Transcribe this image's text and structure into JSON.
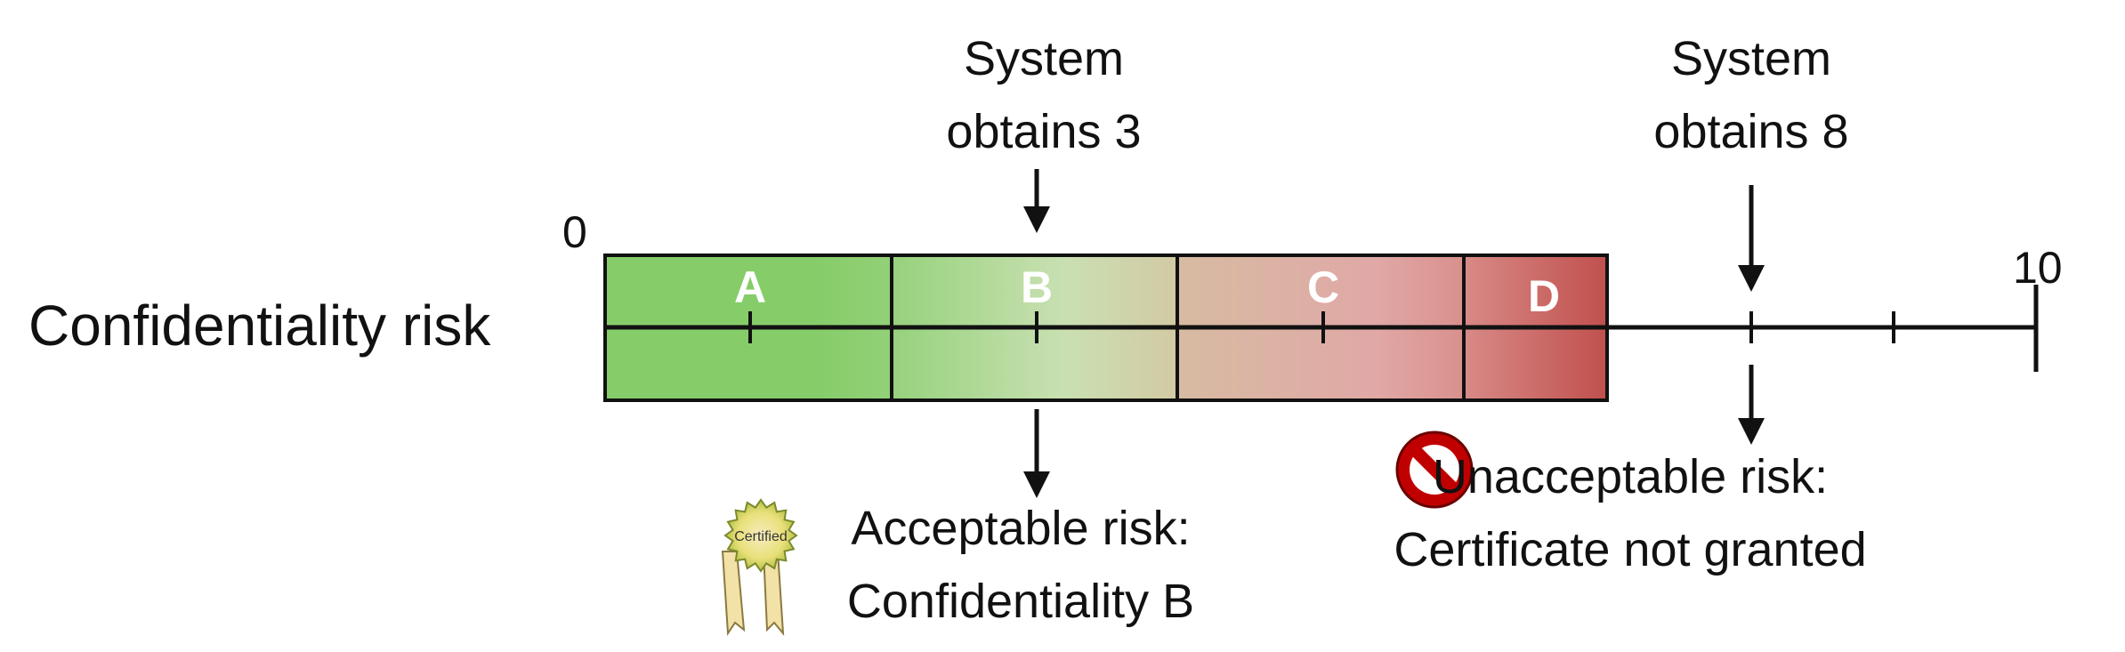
{
  "row_label": "Confidentiality risk",
  "scale": {
    "min": 0,
    "max": 10,
    "min_label": "0",
    "max_label": "10"
  },
  "grades": [
    {
      "label": "A",
      "from": 0,
      "to": 2
    },
    {
      "label": "B",
      "from": 2,
      "to": 4
    },
    {
      "label": "C",
      "from": 4,
      "to": 6
    },
    {
      "label": "D",
      "from": 6,
      "to": 7
    }
  ],
  "colors": {
    "green": "#86cd6a",
    "pale_green": "#c7e0b0",
    "tan": "#d3b9a0",
    "pink": "#e0a8a6",
    "red": "#c0504d",
    "stop_red": "#c00000",
    "seal_gold": "#e9d85f"
  },
  "examples": [
    {
      "score": 3,
      "top_line1": "System",
      "top_line2": "obtains 3",
      "result_line1": "Acceptable risk:",
      "result_line2": "Confidentiality B",
      "icon": "certified-seal-icon",
      "seal_text": "Certified"
    },
    {
      "score": 8,
      "top_line1": "System",
      "top_line2": "obtains 8",
      "result_line1": "Unacceptable risk:",
      "result_line2": "Certificate not granted",
      "icon": "no-entry-icon"
    }
  ]
}
